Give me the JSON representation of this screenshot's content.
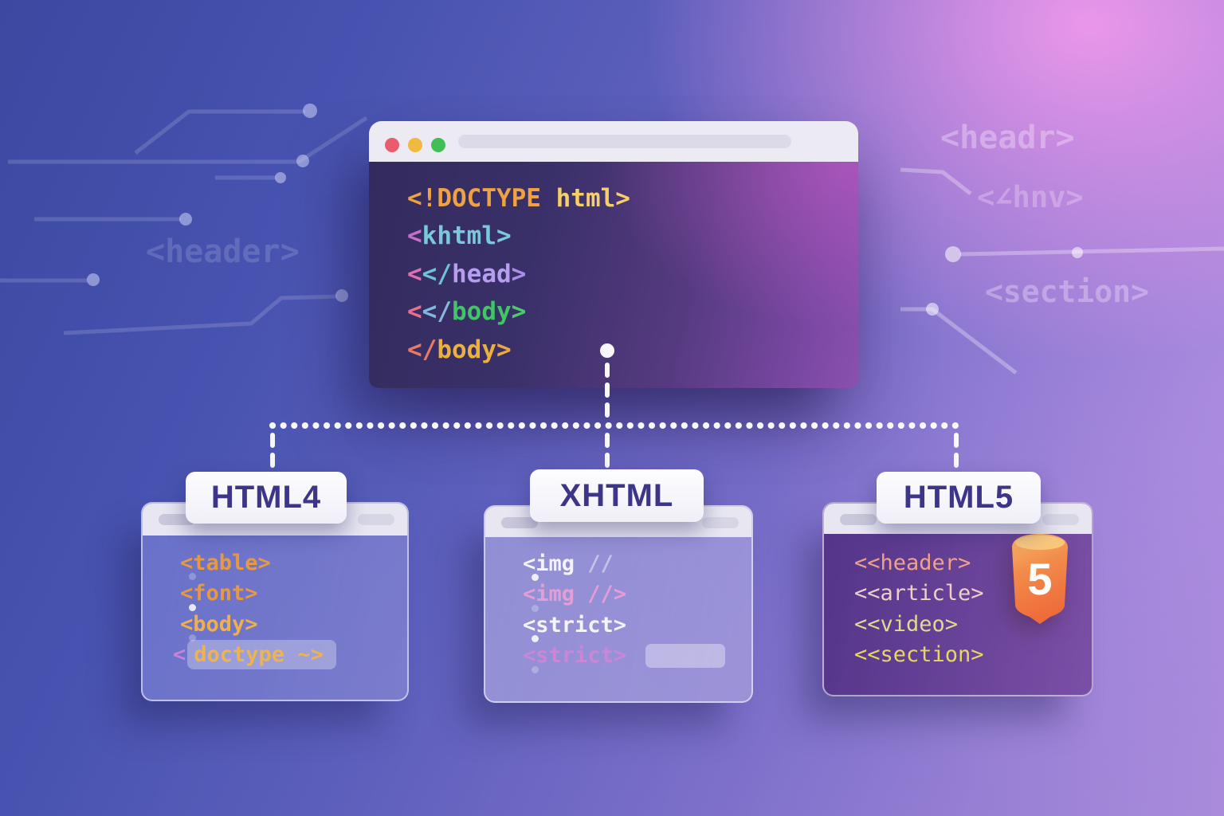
{
  "meta": {
    "description_title": "Evolution of HTML illustration"
  },
  "ghost_tags": [
    {
      "text": "<header>"
    },
    {
      "text": "<headr>"
    },
    {
      "text": "<∠hnv>"
    },
    {
      "text": "<section>"
    }
  ],
  "browser": {
    "traffic_lights": [
      {
        "name": "close",
        "color": "#ea5b6e"
      },
      {
        "name": "minimize",
        "color": "#f0b93f"
      },
      {
        "name": "maximize",
        "color": "#41bf55"
      }
    ],
    "code_lines": [
      {
        "tokens": [
          {
            "text": "<!DOCTYPE ",
            "color": "#f0a142"
          },
          {
            "text": "html>",
            "color": "#f6cf68"
          }
        ]
      },
      {
        "tokens": [
          {
            "text": "<",
            "color": "#c76fc9"
          },
          {
            "text": "khtml>",
            "color": "#7ac8da"
          }
        ]
      },
      {
        "highlight": "purple",
        "tokens": [
          {
            "text": "<",
            "color": "#e06fae"
          },
          {
            "text": "</",
            "color": "#6fc3d6"
          },
          {
            "text": "head",
            "color": "#b79df0"
          },
          {
            "text": ">",
            "color": "#a98fe8"
          }
        ]
      },
      {
        "highlight": "teal",
        "tokens": [
          {
            "text": "<",
            "color": "#e8708e"
          },
          {
            "text": "</",
            "color": "#85b8dd"
          },
          {
            "text": "body",
            "color": "#41c566"
          },
          {
            "text": ">",
            "color": "#4fc96e"
          }
        ]
      },
      {
        "tokens": [
          {
            "text": "</",
            "color": "#e87a67"
          },
          {
            "text": "body",
            "color": "#eab13e"
          },
          {
            "text": ">",
            "color": "#eda843"
          }
        ]
      }
    ]
  },
  "cards": [
    {
      "id": "html4",
      "label": "HTML4",
      "lines": [
        {
          "bullet": "faint",
          "tokens": [
            {
              "text": "<table>",
              "color": "#e8983f"
            }
          ]
        },
        {
          "bullet": "on",
          "tokens": [
            {
              "text": "<font>",
              "color": "#e8983f"
            }
          ]
        },
        {
          "bullet": "faint",
          "tokens": [
            {
              "text": "<body>",
              "color": "#edb04d"
            }
          ]
        },
        {
          "tokens": [
            {
              "text": "<",
              "color": "#c583d8"
            },
            {
              "text": "doctype ~>",
              "color": "#ecb350",
              "pill": true
            }
          ]
        }
      ]
    },
    {
      "id": "xhtml",
      "label": "XHTML",
      "lines": [
        {
          "bullet": "on",
          "tokens": [
            {
              "text": "<img ",
              "color": "#f4f2fa"
            },
            {
              "text": "//",
              "color": "rgba(255,255,255,0.45)"
            }
          ]
        },
        {
          "bullet": "faint",
          "tokens": [
            {
              "text": "<img //>",
              "color": "#e39ed6"
            }
          ]
        },
        {
          "bullet": "on",
          "tokens": [
            {
              "text": "<strict>",
              "color": "#f6f4fb"
            }
          ]
        },
        {
          "bullet": "faint",
          "end_pill": true,
          "tokens": [
            {
              "text": "<strict>",
              "color": "#cb86d8"
            }
          ]
        }
      ]
    },
    {
      "id": "html5",
      "label": "HTML5",
      "badge": "5",
      "lines": [
        {
          "tokens": [
            {
              "text": "<<header>",
              "color": "#efa287"
            }
          ]
        },
        {
          "tokens": [
            {
              "text": "<<article>",
              "color": "#eed0c6"
            }
          ]
        },
        {
          "tokens": [
            {
              "text": "<<video>",
              "color": "#e0d98e"
            }
          ]
        },
        {
          "tokens": [
            {
              "text": "<<section>",
              "color": "#e8d75f"
            }
          ]
        }
      ]
    }
  ]
}
